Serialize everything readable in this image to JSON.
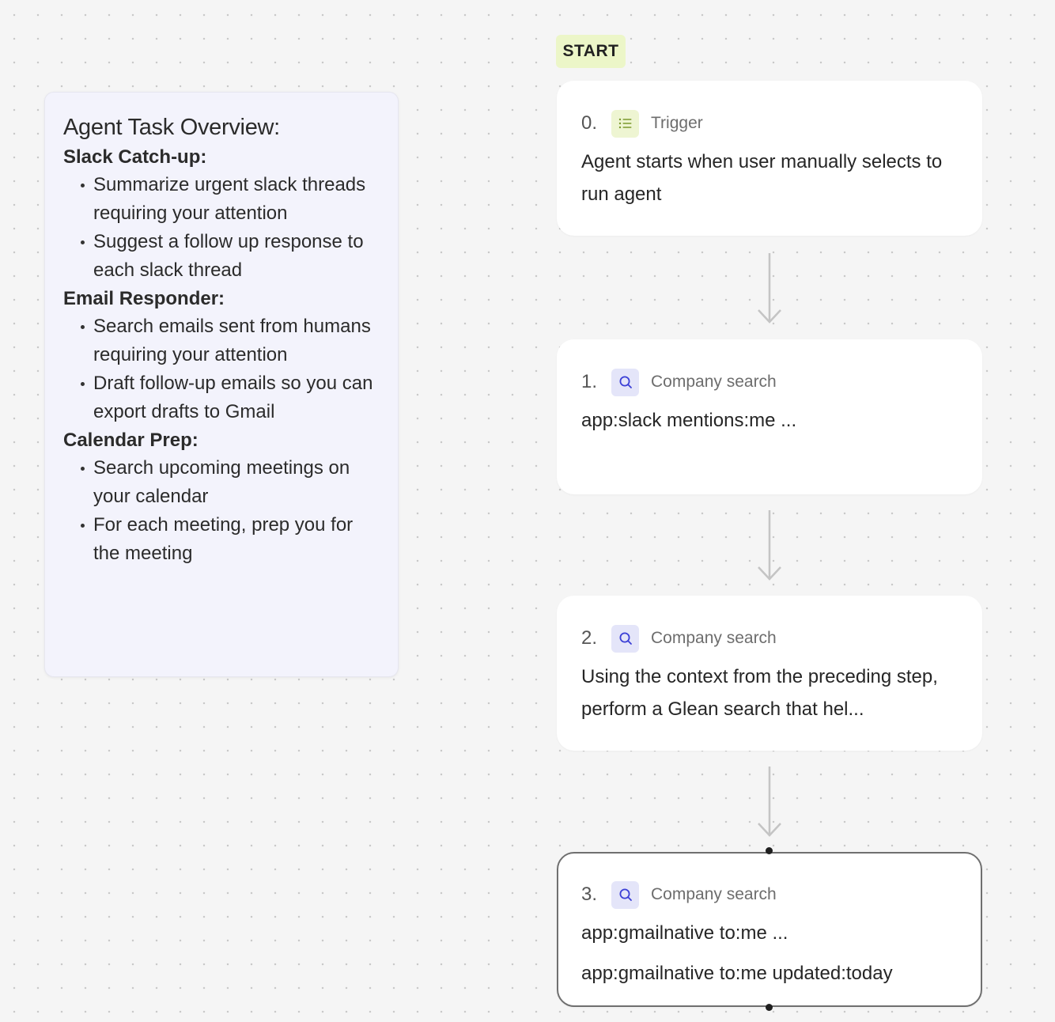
{
  "note": {
    "title": "Agent Task Overview:",
    "sections": [
      {
        "heading": "Slack Catch-up:",
        "items": [
          "Summarize urgent slack threads requiring your attention",
          "Suggest a follow up response to each slack thread"
        ]
      },
      {
        "heading": "Email Responder:",
        "items": [
          "Search emails sent from humans requiring your attention",
          "Draft follow-up emails so you can export drafts to Gmail"
        ]
      },
      {
        "heading": "Calendar Prep:",
        "items": [
          "Search upcoming meetings on your calendar",
          "For each meeting, prep you for the meeting"
        ]
      }
    ]
  },
  "start_label": "START",
  "steps": [
    {
      "number": "0.",
      "icon": "list-icon",
      "label": "Trigger",
      "text": "Agent starts when user manually selects to run agent"
    },
    {
      "number": "1.",
      "icon": "search-icon",
      "label": "Company search",
      "text": "app:slack mentions:me ..."
    },
    {
      "number": "2.",
      "icon": "search-icon",
      "label": "Company search",
      "text": "Using the context from the preceding step, perform a Glean search that hel..."
    },
    {
      "number": "3.",
      "icon": "search-icon",
      "label": "Company search",
      "text": "app:gmailnative to:me ...",
      "text2": "app:gmailnative to:me updated:today",
      "selected": true
    }
  ],
  "colors": {
    "canvas": "#f5f5f5",
    "note_bg": "#f3f3fc",
    "start_badge": "#ecf6c8",
    "trigger_icon_bg": "#eef5d2",
    "search_icon_bg": "#e4e5f9",
    "search_icon": "#3b3fd6"
  }
}
